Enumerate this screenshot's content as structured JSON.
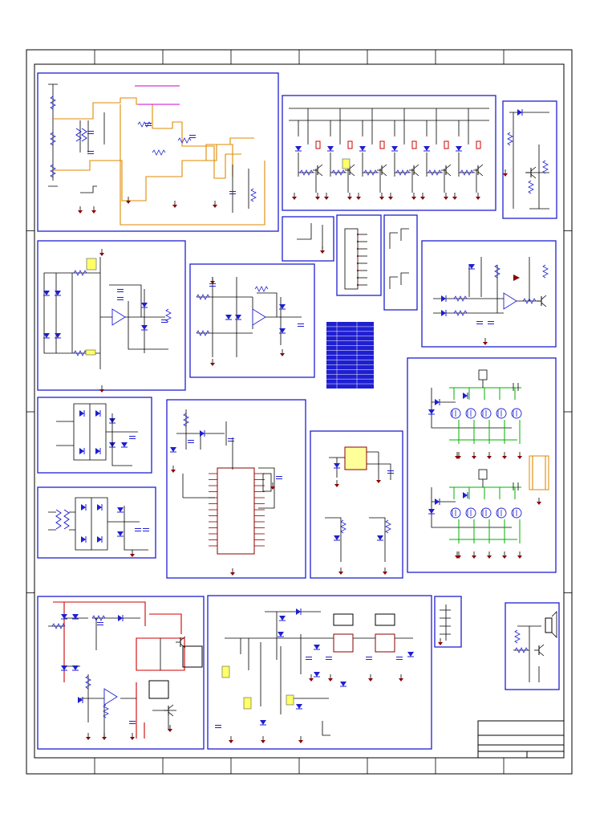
{
  "sheet": {
    "zones": 8,
    "rows": 4
  },
  "colors": {
    "block_border": "#1f1fd1",
    "wire": "#000000",
    "power_net": "#e08a00",
    "signal_net": "#d000d0",
    "high_voltage_net": "#d00000",
    "output_net": "#00b000",
    "ground_symbol": "#8b0000",
    "highlight": "#ffff66"
  },
  "blocks": [
    {
      "id": "mains-input"
    },
    {
      "id": "relay-drivers"
    },
    {
      "id": "transistor-switch"
    },
    {
      "id": "connector-small"
    },
    {
      "id": "header-connector"
    },
    {
      "id": "jumper-block"
    },
    {
      "id": "comparator-circuit"
    },
    {
      "id": "bridge-sensor"
    },
    {
      "id": "opamp-amplifier"
    },
    {
      "id": "pin-table"
    },
    {
      "id": "rectifier-1"
    },
    {
      "id": "microcontroller"
    },
    {
      "id": "regulator-ic"
    },
    {
      "id": "led-driver-array"
    },
    {
      "id": "transformer-supply"
    },
    {
      "id": "power-stage"
    },
    {
      "id": "regulator-chain"
    },
    {
      "id": "small-header"
    },
    {
      "id": "buzzer-driver"
    }
  ],
  "title_block": {}
}
